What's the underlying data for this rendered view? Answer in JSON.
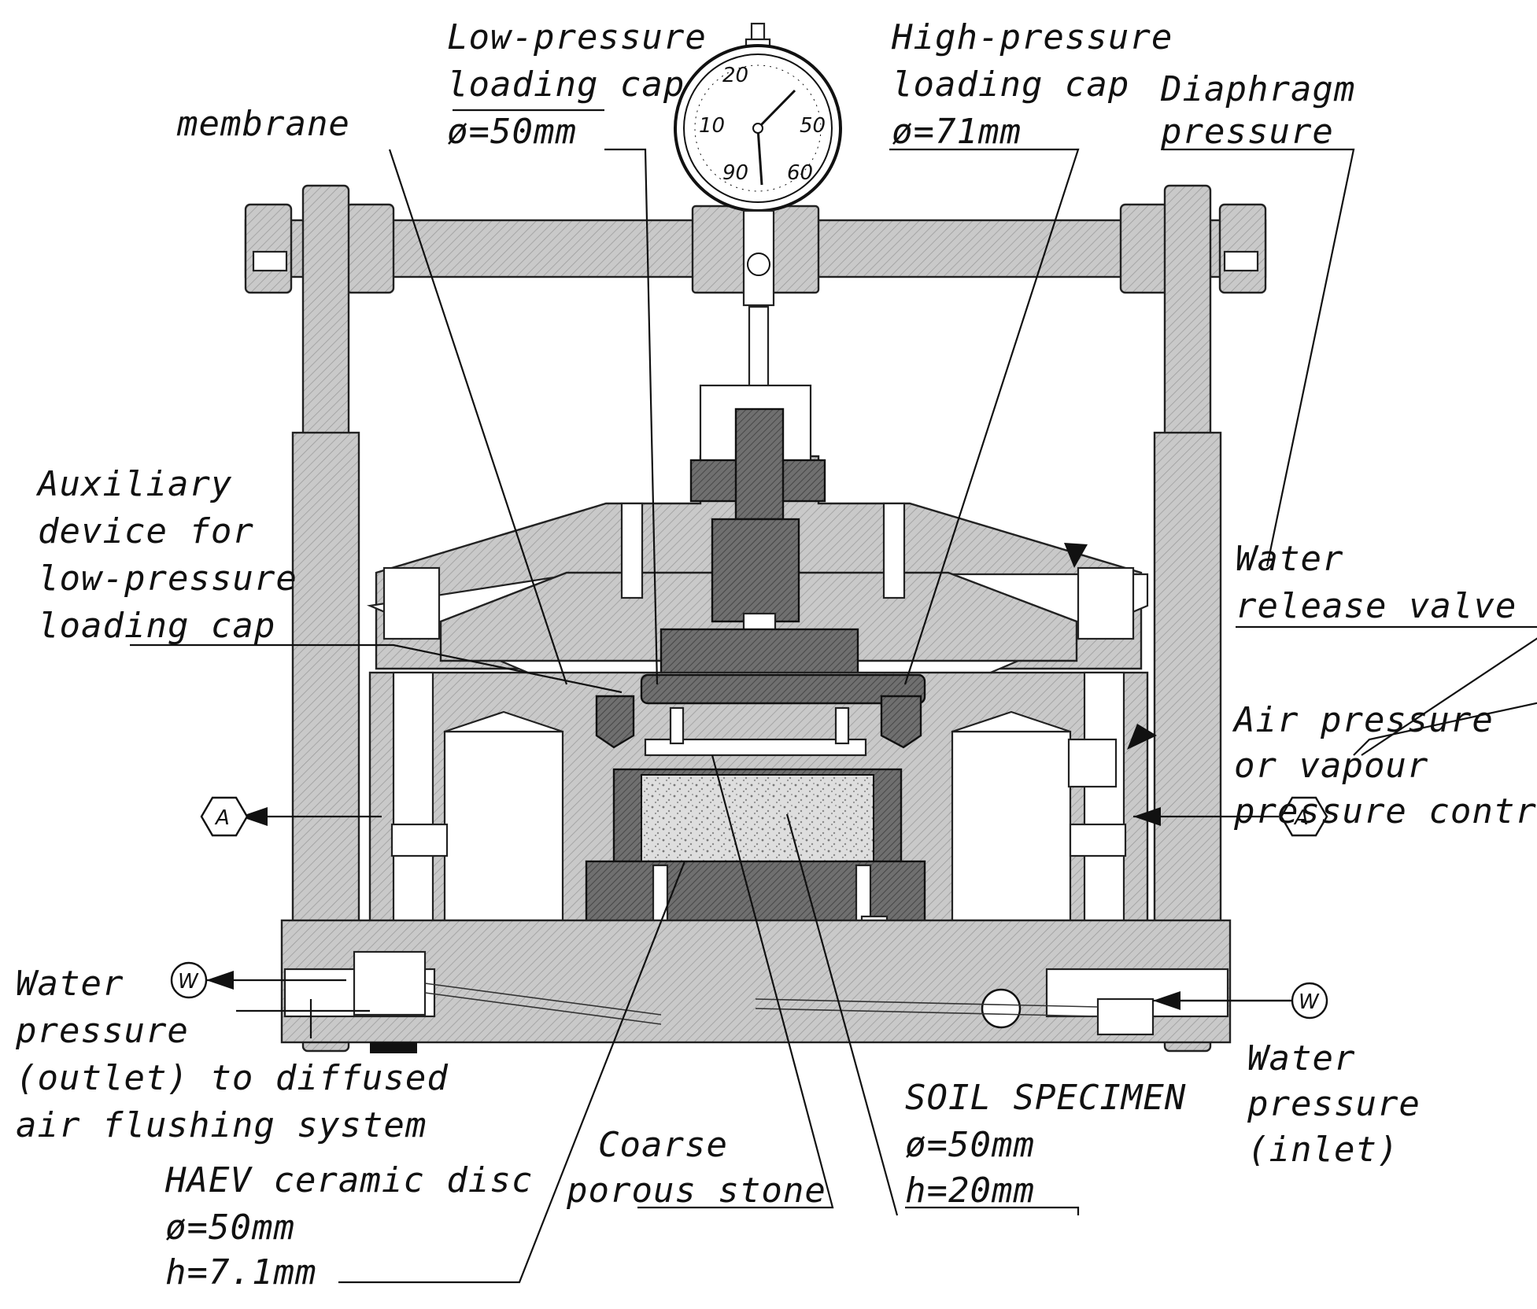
{
  "labels": {
    "low_pressure_cap": [
      "Low-pressure",
      "loading cap",
      "ø=50mm"
    ],
    "high_pressure_cap": [
      "High-pressure",
      "loading cap",
      "ø=71mm"
    ],
    "diaphragm_pressure": [
      "Diaphragm",
      "pressure"
    ],
    "membrane": "membrane",
    "auxiliary_device": [
      "Auxiliary",
      "device for",
      "low-pressure",
      "loading cap"
    ],
    "water_release_valve": [
      "Water",
      "release valve"
    ],
    "air_pressure_control": [
      "Air pressure",
      "or vapour",
      "pressure control"
    ],
    "water_outlet": [
      "Water",
      "pressure",
      "(outlet) to diffused",
      "air flushing system"
    ],
    "water_inlet": [
      "Water",
      "pressure",
      "(inlet)"
    ],
    "soil_specimen": [
      "SOIL SPECIMEN",
      "ø=50mm",
      "h=20mm"
    ],
    "coarse_stone": [
      "Coarse",
      "porous stone"
    ],
    "haev_disc": [
      "HAEV ceramic disc",
      "ø=50mm",
      "h=7.1mm"
    ],
    "section_marker": "A",
    "water_marker": "W"
  },
  "colors": {
    "line": "#111111",
    "hatch": "#cfcfcf",
    "dark_hatch": "#6a6a6a",
    "specimen": "#d9d9d9"
  }
}
